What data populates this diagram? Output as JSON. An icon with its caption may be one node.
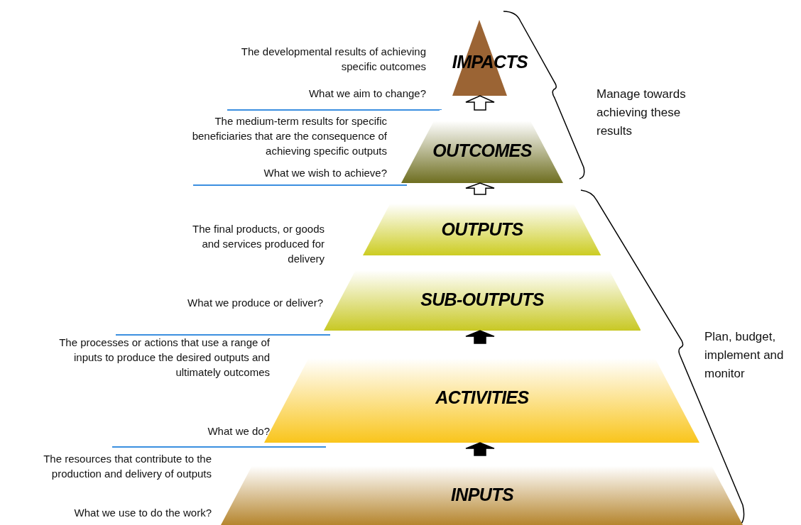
{
  "diagram": {
    "nodes": [
      {
        "text": [
          "IMPACTS"
        ],
        "beside": [
          "The developmental results of achieving specific outcomes",
          "What we aim to change?"
        ]
      },
      {
        "text": [
          "OUTCOMES"
        ],
        "beside": [
          "The medium-term results for specific beneficiaries that are the consequence of achieving specific outputs",
          "What we wish to achieve?"
        ]
      },
      {
        "text": [
          "OUTPUTS"
        ]
      },
      {
        "text": [
          "SUB-OUTPUTS"
        ],
        "beside": [
          "What we produce or deliver?"
        ]
      },
      {
        "text": [
          "ACTIVITIES"
        ],
        "beside": [
          "The processes or actions that use a range of inputs to produce the desired outputs and ultimately outcomes",
          "What we do?"
        ]
      },
      {
        "text": [
          "INPUTS"
        ],
        "beside": [
          "The resources that contribute to the production and delivery of outputs",
          "What we use to do the work?"
        ]
      }
    ],
    "edges": [
      {
        "from": 1,
        "to": 0,
        "arrow": "to",
        "color": "#ffffff"
      },
      {
        "from": 2,
        "to": 1,
        "arrow": "to",
        "color": "#ffffff"
      },
      {
        "from": 4,
        "to": 3,
        "arrow": "to"
      },
      {
        "from": 5,
        "to": 4,
        "arrow": "to"
      }
    ],
    "labels": [
      "Manage towards achieving these results",
      "The final products, or goods and services produced for delivery",
      "Plan, budget, implement and monitor"
    ]
  }
}
